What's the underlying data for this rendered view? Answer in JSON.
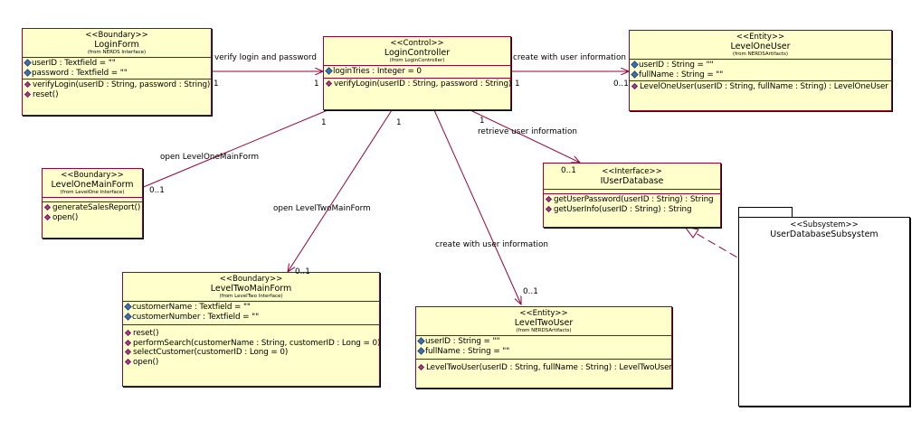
{
  "classes": {
    "login_form": {
      "stereotype": "<<Boundary>>",
      "name": "LoginForm",
      "from": "(from NERDS Interface)",
      "attributes": [
        "userID : Textfield = \"\"",
        "password : Textfield = \"\""
      ],
      "operations": [
        "verifyLogin(userID : String, password : String)",
        "reset()"
      ]
    },
    "login_controller": {
      "stereotype": "<<Control>>",
      "name": "LoginController",
      "from": "(from LoginController)",
      "attributes": [
        "loginTries : Integer = 0"
      ],
      "operations": [
        "verifyLogin(userID : String, password : String)"
      ]
    },
    "level_one_user": {
      "stereotype": "<<Entity>>",
      "name": "LevelOneUser",
      "from": "(from NERDSArtifacts)",
      "attributes": [
        "userID : String = \"\"",
        "fullName : String = \"\""
      ],
      "operations": [
        "LevelOneUser(userID : String, fullName : String) : LevelOneUser"
      ]
    },
    "level_one_main_form": {
      "stereotype": "<<Boundary>>",
      "name": "LevelOneMainForm",
      "from": "(from LevelOne Interface)",
      "attributes": [],
      "operations": [
        "generateSalesReport()",
        "open()"
      ]
    },
    "user_database": {
      "stereotype": "<<Interface>>",
      "name": "IUserDatabase",
      "operations": [
        "getUserPassword(userID : String) : String",
        "getUserInfo(userID : String) : String"
      ]
    },
    "level_two_main_form": {
      "stereotype": "<<Boundary>>",
      "name": "LevelTwoMainForm",
      "from": "(from LevelTwo Interface)",
      "attributes": [
        "customerName : Textfield = \"\"",
        "customerNumber : Textfield = \"\""
      ],
      "operations": [
        "reset()",
        "performSearch(customerName : String, customerID : Long = 0)",
        "selectCustomer(customerID : Long = 0)",
        "open()"
      ]
    },
    "level_two_user": {
      "stereotype": "<<Entity>>",
      "name": "LevelTwoUser",
      "from": "(from NERDSArtifacts)",
      "attributes": [
        "userID : String = \"\"",
        "fullName : String = \"\""
      ],
      "operations": [
        "LevelTwoUser(userID : String, fullName : String) : LevelTwoUser"
      ]
    }
  },
  "subsystem": {
    "stereotype": "<<Subsystem>>",
    "name": "UserDatabaseSubsystem"
  },
  "associations": {
    "verify_login": {
      "label": "verify login and password",
      "source_mult": "1",
      "target_mult": "1"
    },
    "create_level_one": {
      "label": "create with user information",
      "source_mult": "1",
      "target_mult": "0..1"
    },
    "open_level_one": {
      "label": "open LevelOneMainForm",
      "source_mult": "1",
      "target_mult": "0..1"
    },
    "retrieve_user": {
      "label": "retrieve user information",
      "source_mult": "1",
      "target_mult": "0..1"
    },
    "open_level_two": {
      "label": "open LevelTwoMainForm",
      "source_mult": "1",
      "target_mult": "0..1"
    },
    "create_level_two": {
      "label": "create with user information",
      "target_mult": "0..1"
    }
  },
  "colors": {
    "class_fill": "#ffffcc",
    "class_border": "#990033",
    "association_line": "#990033",
    "attribute_icon": "#3d6fb0",
    "operation_icon": "#b0389a"
  }
}
